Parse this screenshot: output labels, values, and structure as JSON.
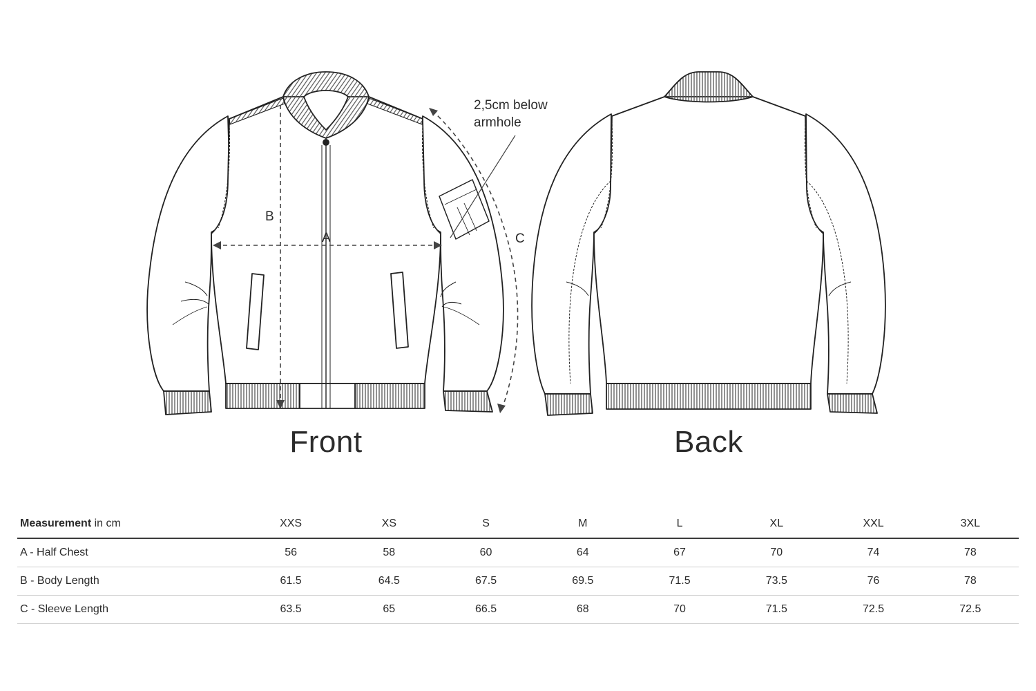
{
  "views": {
    "front": "Front",
    "back": "Back"
  },
  "annotations": {
    "armhole_line1": "2,5cm below",
    "armhole_line2": "armhole",
    "label_a": "A",
    "label_b": "B",
    "label_c": "C"
  },
  "table": {
    "header_bold": "Measurement",
    "header_unit": " in cm",
    "sizes": [
      "XXS",
      "XS",
      "S",
      "M",
      "L",
      "XL",
      "XXL",
      "3XL"
    ],
    "rows": [
      {
        "label": "A - Half Chest",
        "values": [
          "56",
          "58",
          "60",
          "64",
          "67",
          "70",
          "74",
          "78"
        ]
      },
      {
        "label": "B - Body Length",
        "values": [
          "61.5",
          "64.5",
          "67.5",
          "69.5",
          "71.5",
          "73.5",
          "76",
          "78"
        ]
      },
      {
        "label": "C - Sleeve Length",
        "values": [
          "63.5",
          "65",
          "66.5",
          "68",
          "70",
          "71.5",
          "72.5",
          "72.5"
        ]
      }
    ]
  }
}
